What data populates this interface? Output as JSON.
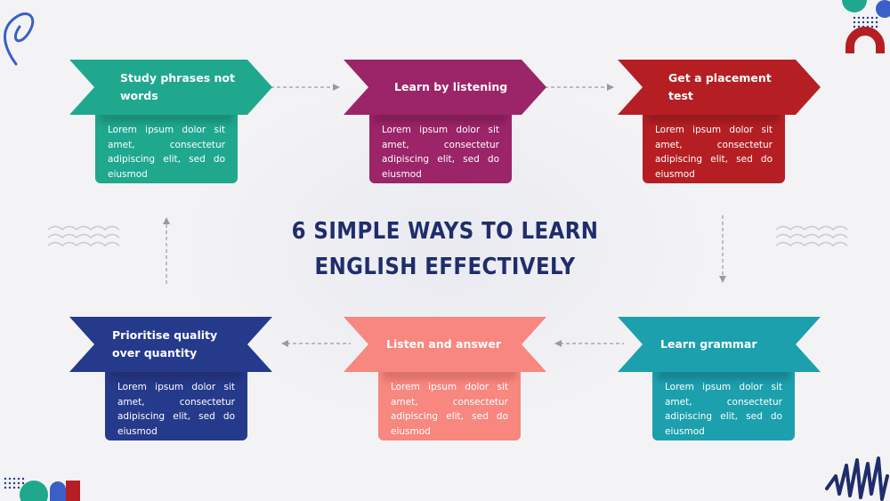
{
  "title": {
    "line1": "6 SIMPLE WAYS TO LEARN",
    "line2": "ENGLISH EFFECTIVELY"
  },
  "colors": {
    "title": "#1f2d6b",
    "teal_dark": "#1fa88e",
    "magenta": "#9c2468",
    "red": "#b51f24",
    "navy": "#263a8c",
    "salmon": "#f7877f",
    "teal_blue": "#1ca0ad",
    "connector": "#9a9a9a"
  },
  "steps": [
    {
      "label": "Study phrases not words",
      "text": "Lorem ipsum dolor sit amet, consectetur adipiscing elit, sed do eiusmod",
      "color": "#1fa88e"
    },
    {
      "label": "Learn by listening",
      "text": "Lorem ipsum dolor sit amet, consectetur adipiscing elit, sed do eiusmod",
      "color": "#9c2468"
    },
    {
      "label": "Get a placement test",
      "text": "Lorem ipsum dolor sit amet, consectetur adipiscing elit, sed do eiusmod",
      "color": "#b51f24"
    },
    {
      "label": "Learn grammar",
      "text": "Lorem ipsum dolor sit amet, consectetur adipiscing elit, sed do eiusmod",
      "color": "#1ca0ad"
    },
    {
      "label": "Listen and answer",
      "text": "Lorem ipsum dolor sit amet, consectetur adipiscing elit, sed do eiusmod",
      "color": "#f7877f"
    },
    {
      "label": "Prioritise quality over quantity",
      "text": "Lorem ipsum dolor sit amet, consectetur adipiscing elit, sed do eiusmod",
      "color": "#263a8c"
    }
  ]
}
